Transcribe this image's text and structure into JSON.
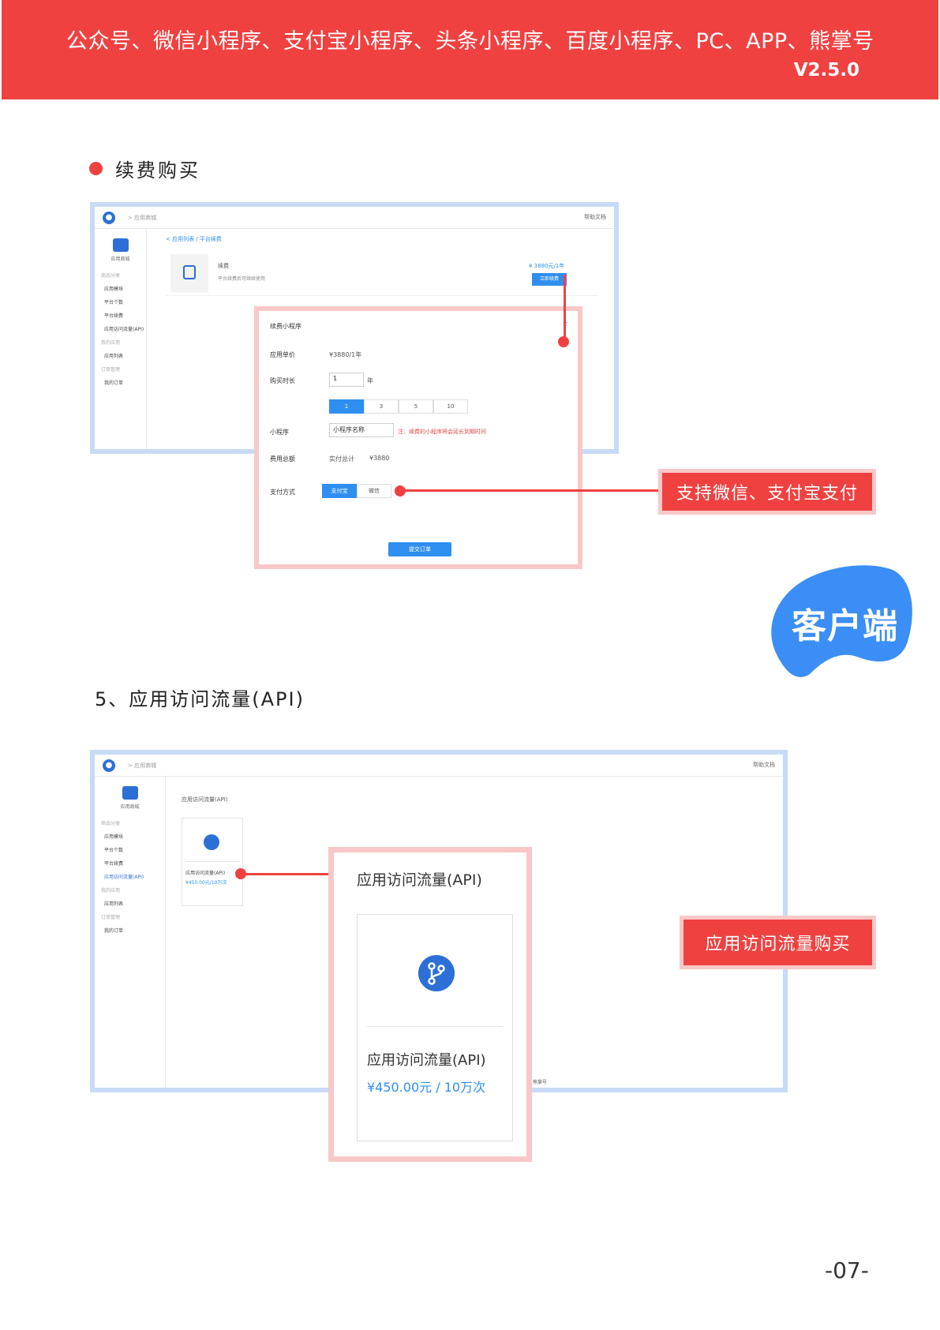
{
  "header": {
    "title": "公众号、微信小程序、支付宝小程序、头条小程序、百度小程序、PC、APP、熊掌号",
    "version": "V2.5.0"
  },
  "section1": {
    "title": "续费购买"
  },
  "screen1": {
    "breadcrumb": "> 应用商城",
    "topbar_right": "帮助文档",
    "sidebar": {
      "store_label": "应用商城",
      "groups": [
        "商品分类",
        "我的应用",
        "订单管理"
      ],
      "items": [
        "应用模块",
        "平台个数",
        "平台续费",
        "应用访问流量(API)",
        "应用列表",
        "我的订单"
      ]
    },
    "crumb_text": "< 应用列表 / 平台续费",
    "product_name": "续费",
    "product_desc": "平台续费后可继续使用",
    "price_link": "¥ 3880元/1年",
    "buy_button": "立即续费"
  },
  "modal": {
    "title": "续费小程序",
    "rows": {
      "price_label": "应用单价",
      "price_value": "¥3880/1年",
      "duration_label": "购买时长",
      "duration_value": "1",
      "duration_unit": "年",
      "options": [
        "1",
        "3",
        "5",
        "10"
      ],
      "mini_label": "小程序",
      "mini_value": "小程序名称",
      "mini_note": "注：续费的小程序将会延长到期时间",
      "cost_label": "费用总额",
      "cost_prefix": "实付总计",
      "cost_value": "¥3880",
      "pay_label": "支付方式",
      "pay_options": [
        "支付宝",
        "微信"
      ]
    },
    "submit": "提交订单"
  },
  "callouts": {
    "pay": "支持微信、支付宝支付",
    "client": "客户端",
    "api": "应用访问流量购买"
  },
  "section2": {
    "title": "5、应用访问流量(API)"
  },
  "screen2": {
    "breadcrumb": "> 应用商城",
    "topbar_right": "帮助文档",
    "heading": "应用访问流量(API)",
    "card_name": "应用访问流量(API)",
    "card_price": "¥450.00元/10万次",
    "trailing": "熊掌号"
  },
  "zoom": {
    "title": "应用访问流量(API)",
    "name": "应用访问流量(API)",
    "price": "¥450.00元 / 10万次"
  },
  "page_number": "-07-",
  "colors": {
    "brand_red": "#f04141",
    "brand_blue": "#2d6fd6",
    "frame_blue": "#c7dbf6",
    "frame_pink": "#f8c8c8"
  }
}
